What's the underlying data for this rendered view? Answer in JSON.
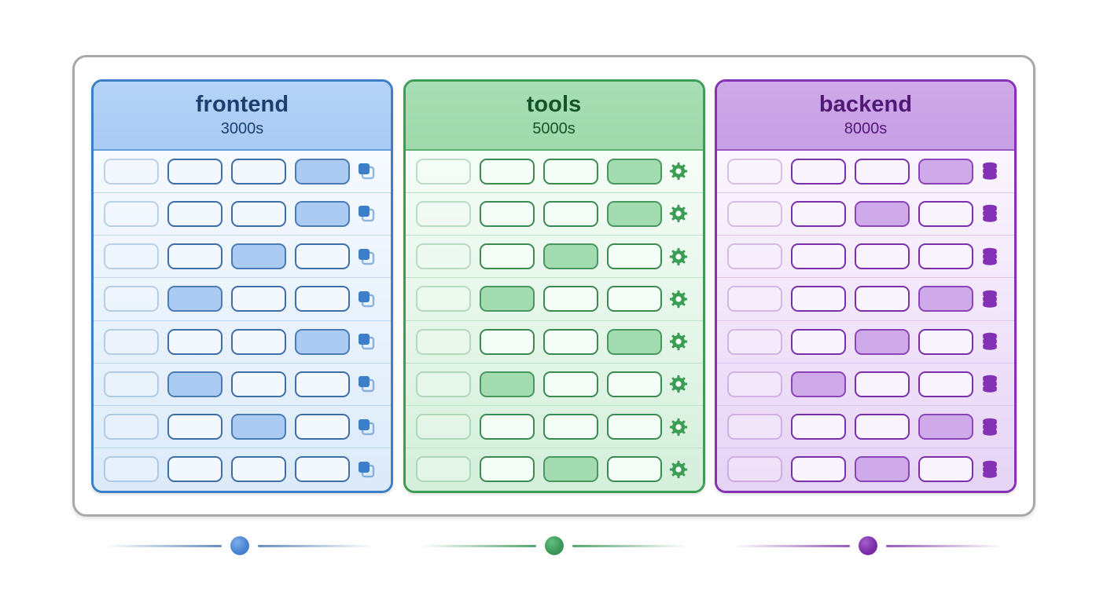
{
  "diagram": {
    "frame_border_color": "#a8a8a8",
    "panels": [
      {
        "id": "frontend",
        "title": "frontend",
        "subtitle": "3000s",
        "accent": "#3d7ec9",
        "icon": "copy-layers-icon",
        "cells_per_row": 4,
        "rows": [
          {
            "active_cell": 4
          },
          {
            "active_cell": 4
          },
          {
            "active_cell": 3
          },
          {
            "active_cell": 2
          },
          {
            "active_cell": 4
          },
          {
            "active_cell": 2
          },
          {
            "active_cell": 3
          },
          {
            "active_cell": 0
          }
        ]
      },
      {
        "id": "tools",
        "title": "tools",
        "subtitle": "5000s",
        "accent": "#3c9d55",
        "icon": "gear-icon",
        "cells_per_row": 4,
        "rows": [
          {
            "active_cell": 4
          },
          {
            "active_cell": 4
          },
          {
            "active_cell": 3
          },
          {
            "active_cell": 2
          },
          {
            "active_cell": 4
          },
          {
            "active_cell": 2
          },
          {
            "active_cell": 0
          },
          {
            "active_cell": 3
          }
        ]
      },
      {
        "id": "backend",
        "title": "backend",
        "subtitle": "8000s",
        "accent": "#8331b5",
        "icon": "database-icon",
        "cells_per_row": 4,
        "rows": [
          {
            "active_cell": 4
          },
          {
            "active_cell": 3
          },
          {
            "active_cell": 0
          },
          {
            "active_cell": 4
          },
          {
            "active_cell": 3
          },
          {
            "active_cell": 2
          },
          {
            "active_cell": 4
          },
          {
            "active_cell": 3
          }
        ]
      }
    ],
    "connectors": [
      {
        "id": "frontend-connector",
        "color": "#4a86d4"
      },
      {
        "id": "tools-connector",
        "color": "#3d9a5b"
      },
      {
        "id": "backend-connector",
        "color": "#7b2fab"
      }
    ]
  }
}
